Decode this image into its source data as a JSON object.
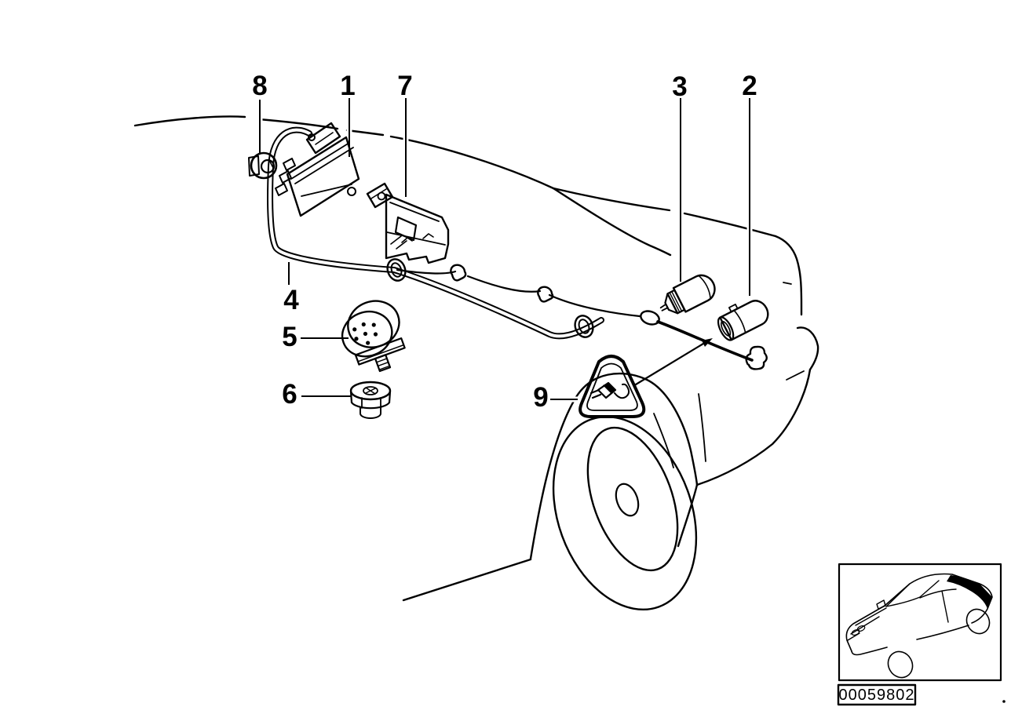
{
  "colors": {
    "background": "#ffffff",
    "line": "#000000"
  },
  "callouts": [
    {
      "label": "1"
    },
    {
      "label": "2"
    },
    {
      "label": "3"
    },
    {
      "label": "4"
    },
    {
      "label": "5"
    },
    {
      "label": "6"
    },
    {
      "label": "7"
    },
    {
      "label": "8"
    },
    {
      "label": "9"
    }
  ],
  "image_number": {
    "value": "00059802"
  },
  "icons": {
    "warning_triangle_plug": "warning-triangle-with-plug",
    "car_location_thumbnail": "sedan-rear-shelf-highlighted"
  }
}
